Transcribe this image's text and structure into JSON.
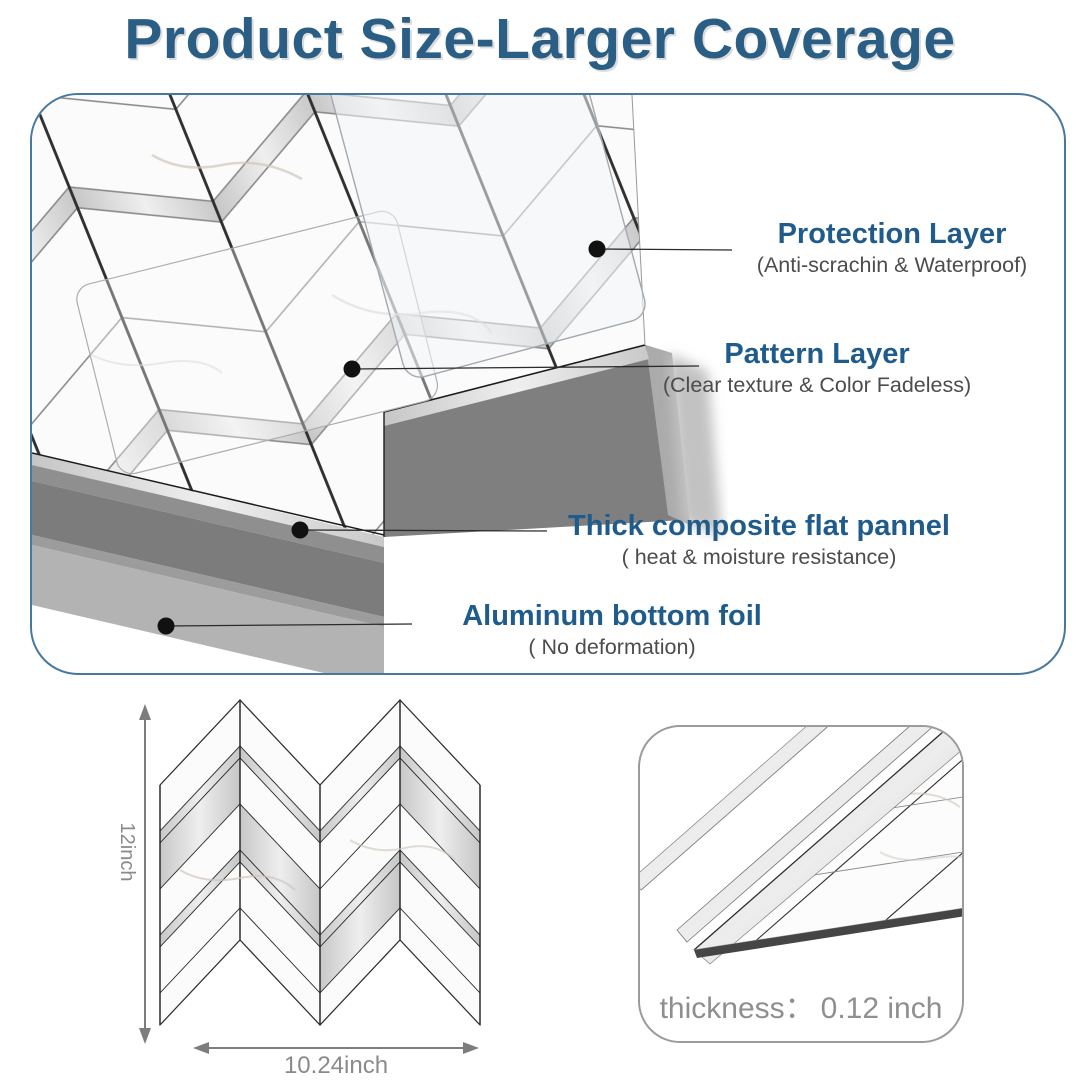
{
  "title": {
    "text": "Product Size-Larger Coverage"
  },
  "diagram": {
    "callouts": [
      {
        "name": "Protection Layer",
        "desc": "(Anti-scrachin & Waterproof)"
      },
      {
        "name": "Pattern Layer",
        "desc": "(Clear texture & Color Fadeless)"
      },
      {
        "name": "Thick composite flat pannel",
        "desc": "( heat & moisture resistance)"
      },
      {
        "name": "Aluminum bottom foil",
        "desc": "( No deformation)"
      }
    ]
  },
  "size_panel": {
    "height_label": "12inch",
    "width_label": "10.24inch"
  },
  "thickness_panel": {
    "label": "thickness：",
    "value": "0.12 inch"
  },
  "colors": {
    "title_blue": "#2b5e85",
    "accent_blue": "#1f5c8c",
    "frame_border": "#47789f",
    "desc_gray": "#4c4c4c",
    "dimension_gray": "#8a8a8a",
    "slab_dark_gray": "#7c7c7c",
    "slab_light_gray": "#b3b3b3"
  }
}
